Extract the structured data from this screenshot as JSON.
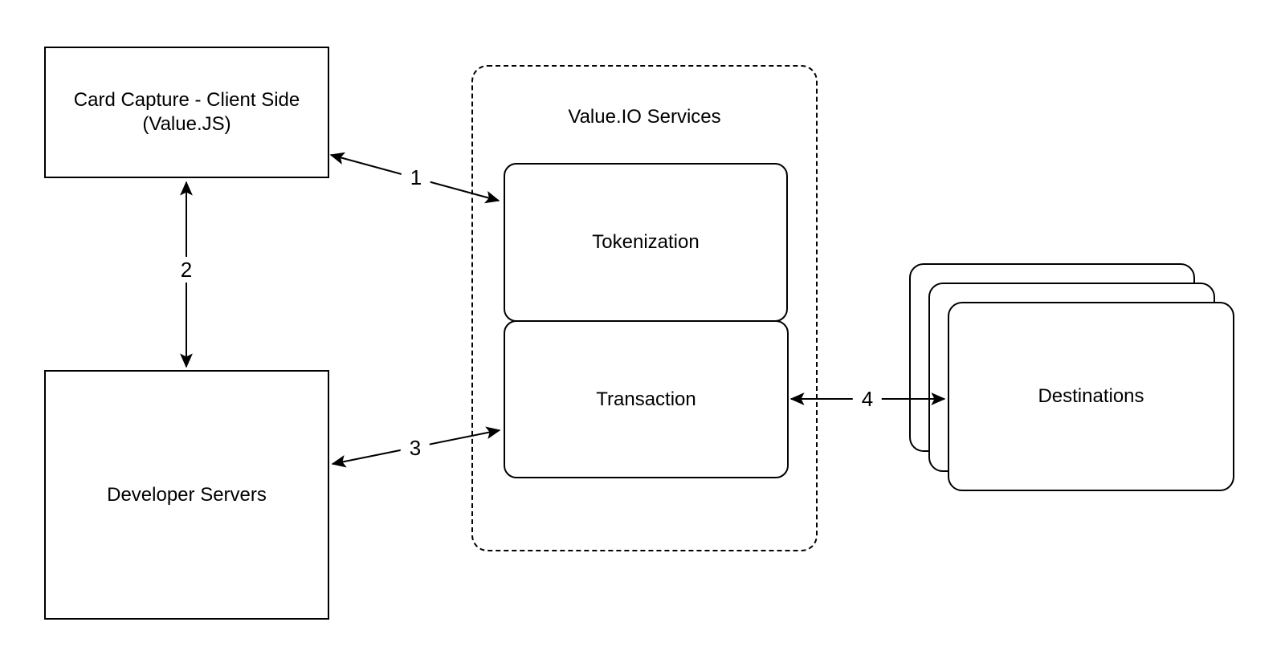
{
  "diagram": {
    "background_color": "#ffffff",
    "stroke_color": "#000000",
    "nodes": {
      "card_capture": {
        "label_line1": "Card Capture - Client Side",
        "label_line2": "(Value.JS)",
        "shape": "rectangle"
      },
      "developer_servers": {
        "label": "Developer Servers",
        "shape": "rectangle"
      },
      "services_group": {
        "title": "Value.IO Services",
        "shape": "dashed-rounded-rectangle"
      },
      "tokenization": {
        "label": "Tokenization",
        "shape": "rounded-rectangle",
        "group": "Value.IO Services"
      },
      "transaction": {
        "label": "Transaction",
        "shape": "rounded-rectangle",
        "group": "Value.IO Services"
      },
      "destinations": {
        "label": "Destinations",
        "shape": "stacked-rounded-rectangles",
        "stack_count": 3
      }
    },
    "arrows": [
      {
        "label": "1",
        "from": "card_capture",
        "to": "tokenization",
        "direction": "bidirectional"
      },
      {
        "label": "2",
        "from": "card_capture",
        "to": "developer_servers",
        "direction": "bidirectional"
      },
      {
        "label": "3",
        "from": "developer_servers",
        "to": "transaction",
        "direction": "bidirectional"
      },
      {
        "label": "4",
        "from": "transaction",
        "to": "destinations",
        "direction": "bidirectional"
      }
    ]
  }
}
